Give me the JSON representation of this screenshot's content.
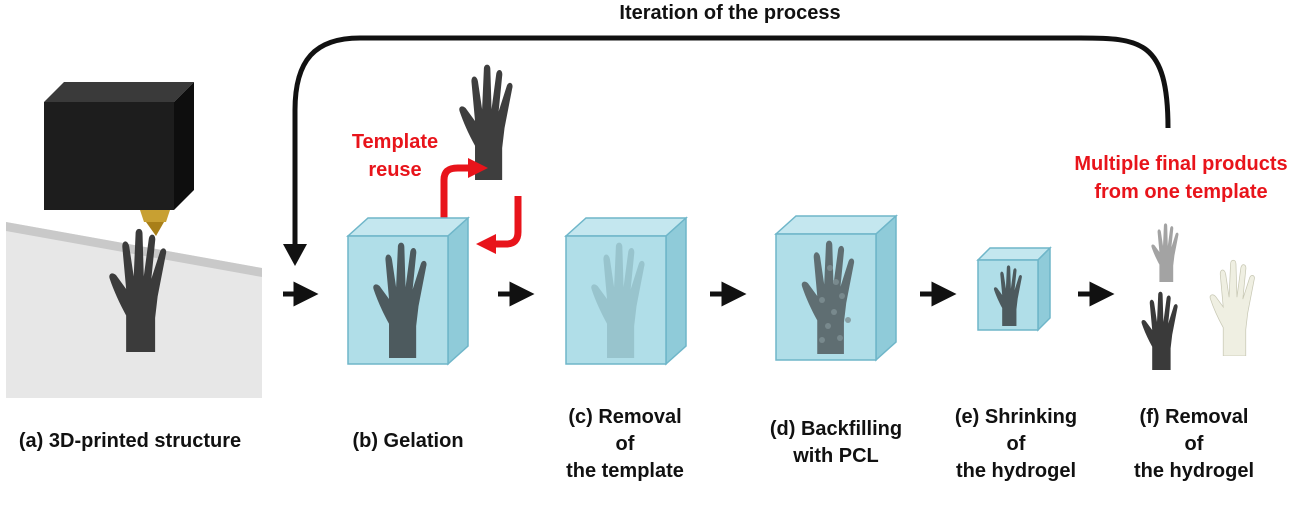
{
  "title": "Iteration of the process",
  "annotations": {
    "template_reuse": [
      "Template",
      "reuse"
    ],
    "multiple_products": [
      "Multiple final products",
      "from one template"
    ]
  },
  "steps": [
    {
      "id": "a",
      "lines": [
        "(a) 3D-printed structure"
      ]
    },
    {
      "id": "b",
      "lines": [
        "(b) Gelation"
      ]
    },
    {
      "id": "c",
      "lines": [
        "(c) Removal",
        "of",
        "the template"
      ]
    },
    {
      "id": "d",
      "lines": [
        "(d) Backfilling",
        "with PCL"
      ]
    },
    {
      "id": "e",
      "lines": [
        "(e) Shrinking",
        "of",
        "the hydrogel"
      ]
    },
    {
      "id": "f",
      "lines": [
        "(f) Removal",
        "of",
        "the hydrogel"
      ]
    }
  ],
  "colors": {
    "accent_red": "#e8141b",
    "hydrogel_fill": "#a9dbe6",
    "hydrogel_edge": "#6fb6c9",
    "printer_head": "#1d1d1d",
    "nozzle": "#c8a032",
    "hand_dark": "#3a3a3a",
    "hand_light": "#efefe2"
  }
}
